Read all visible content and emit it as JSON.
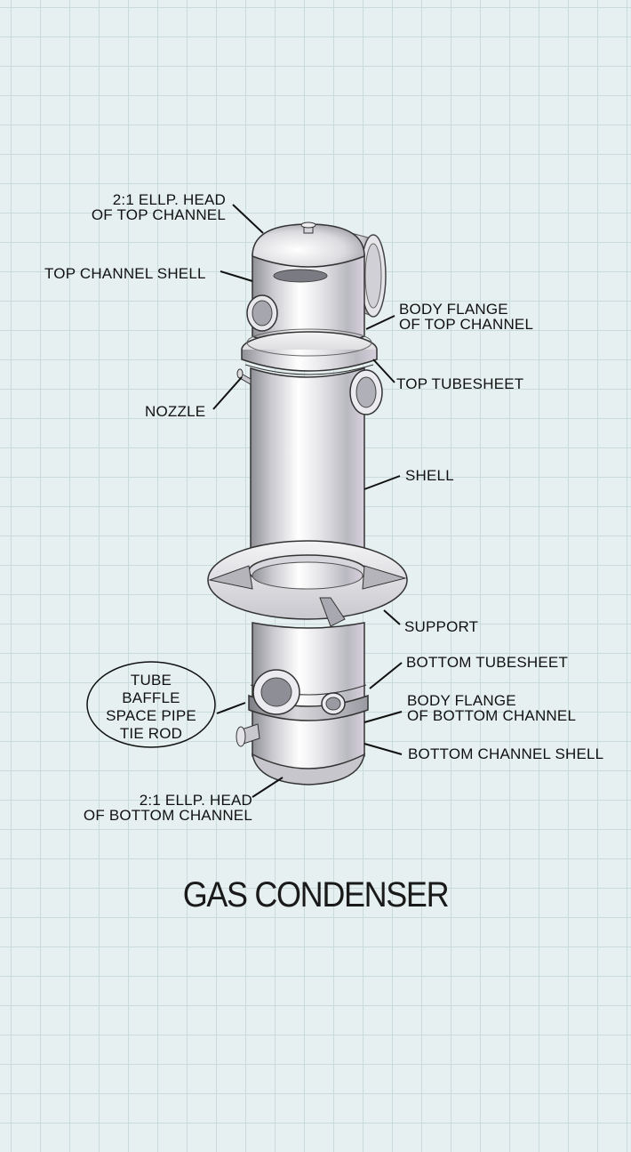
{
  "title": "GAS CONDENSER",
  "labels": {
    "head_top": [
      "2:1 ELLP. HEAD",
      "OF TOP CHANNEL"
    ],
    "top_channel_shell": "TOP CHANNEL SHELL",
    "nozzle": "NOZZLE",
    "body_flange_top": [
      "BODY FLANGE",
      "OF TOP CHANNEL"
    ],
    "top_tubesheet": "TOP TUBESHEET",
    "shell": "SHELL",
    "support": "SUPPORT",
    "bottom_tubesheet": "BOTTOM TUBESHEET",
    "body_flange_bottom": [
      "BODY FLANGE",
      "OF BOTTOM CHANNEL"
    ],
    "bottom_channel_shell": "BOTTOM CHANNEL SHELL",
    "head_bottom": [
      "2:1 ELLP. HEAD",
      "OF BOTTOM CHANNEL"
    ],
    "internals": [
      "TUBE",
      "BAFFLE",
      "SPACE PIPE",
      "TIE ROD"
    ]
  },
  "colors": {
    "background": "#e6f0f1",
    "grid": "#c9dbdd",
    "line": "#111111",
    "metal_light": "#ffffff",
    "metal_dark": "#8f8f96"
  }
}
